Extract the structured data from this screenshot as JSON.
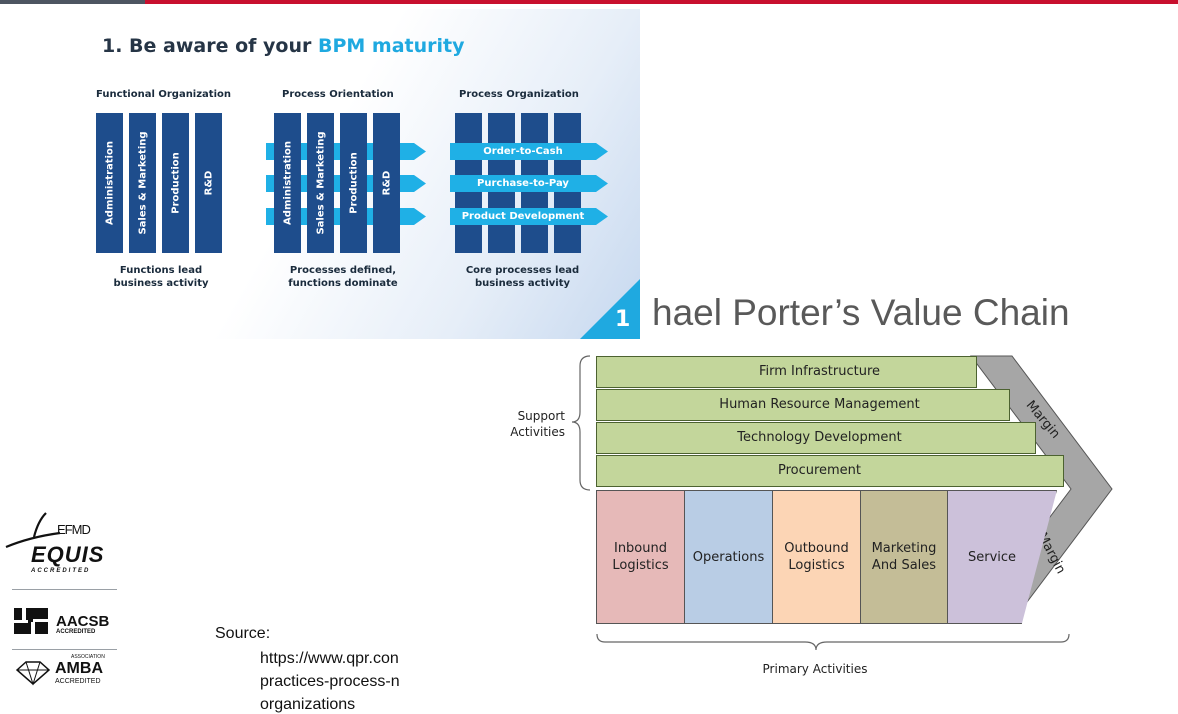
{
  "bpm_slide": {
    "title_prefix": "1. Be aware of your ",
    "title_highlight": "BPM maturity",
    "slide_number": "1",
    "functional": {
      "heading": "Functional Organization",
      "columns": [
        "Administration",
        "Sales & Marketing",
        "Production",
        "R&D"
      ],
      "caption_line1": "Functions lead",
      "caption_line2": "business activity"
    },
    "orientation": {
      "heading": "Process Orientation",
      "columns": [
        "Administration",
        "Sales & Marketing",
        "Production",
        "R&D"
      ],
      "caption_line1": "Processes defined,",
      "caption_line2": "functions dominate"
    },
    "organization": {
      "heading": "Process Organization",
      "processes": [
        "Order-to-Cash",
        "Purchase-to-Pay",
        "Product Development"
      ],
      "caption_line1": "Core processes lead",
      "caption_line2": "business activity"
    },
    "colors": {
      "column": "#1e4d8c",
      "arrow": "#1fb0e6",
      "highlight": "#1fa9e0"
    }
  },
  "porter": {
    "title": "hael Porter’s Value Chain",
    "support_label_line1": "Support",
    "support_label_line2": "Activities",
    "support_activities": [
      "Firm Infrastructure",
      "Human Resource Management",
      "Technology Development",
      "Procurement"
    ],
    "primary_activities": [
      {
        "line1": "Inbound",
        "line2": "Logistics",
        "color": "#e6b9b8"
      },
      {
        "line1": "Operations",
        "line2": "",
        "color": "#b9cde5"
      },
      {
        "line1": "Outbound",
        "line2": "Logistics",
        "color": "#fcd5b5"
      },
      {
        "line1": "Marketing",
        "line2": "And Sales",
        "color": "#c4bd97"
      },
      {
        "line1": "Service",
        "line2": "",
        "color": "#ccc1da"
      }
    ],
    "margin_label": "Margin",
    "primary_label": "Primary Activities",
    "colors": {
      "support": "#c3d69b",
      "margin": "#a6a6a6"
    }
  },
  "logos": {
    "efmd": "EFMD",
    "equis": "EQUIS",
    "equis_sub": "ACCREDITED",
    "aacsb": "AACSB",
    "aacsb_sub": "ACCREDITED",
    "amba_assoc": "ASSOCIATION",
    "amba": "AMBA",
    "amba_sub": "ACCREDITED"
  },
  "source": {
    "label": "Source:",
    "lines": [
      "https://www.qpr.con",
      "practices-process-n",
      "organizations"
    ]
  }
}
